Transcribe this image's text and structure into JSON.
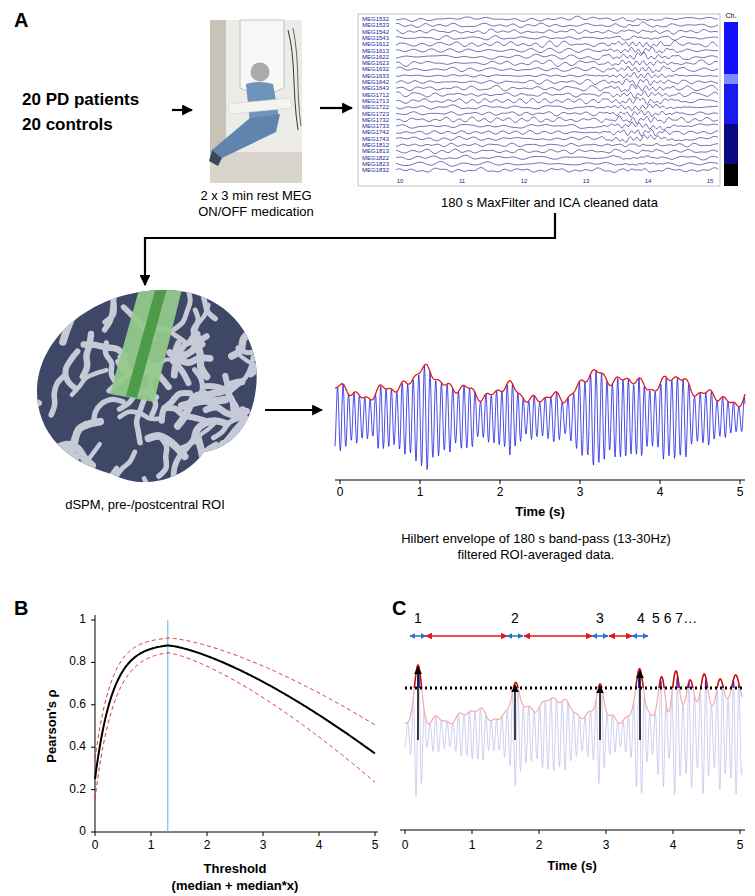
{
  "diagram": {
    "nodes": [
      {
        "text": [
          "20 PD patients",
          "20 controls"
        ]
      },
      {
        "text": [
          "2 x 3 min rest MEG ON/OFF medication"
        ]
      },
      {
        "text": [
          "180 s MaxFilter and ICA cleaned data"
        ]
      },
      {
        "text": [
          "dSPM, pre-/postcentral ROI"
        ]
      },
      {
        "text": [
          "Hilbert envelope of 180 s band-pass (13-30Hz) filtered ROI-averaged data."
        ]
      }
    ],
    "edges": [
      {
        "from": 0,
        "to": 1,
        "arrow": "to"
      },
      {
        "from": 1,
        "to": 2,
        "arrow": "to"
      },
      {
        "from": 2,
        "to": 3,
        "arrow": "to"
      },
      {
        "from": 3,
        "to": 4,
        "arrow": "to"
      }
    ],
    "labels": [
      "A",
      "B",
      "C",
      "MEG1532",
      "MEG1533",
      "MEG1542",
      "MEG1543",
      "MEG1612",
      "MEG1613",
      "MEG1622",
      "MEG1623",
      "MEG1632",
      "MEG1633",
      "MEG1642",
      "MEG1643",
      "MEG1712",
      "MEG1713",
      "MEG1722",
      "MEG1723",
      "MEG1732",
      "MEG1733",
      "MEG1742",
      "MEG1743",
      "MEG1812",
      "MEG1813",
      "MEG1822",
      "MEG1823",
      "MEG1832",
      "Ch.",
      "10",
      "11",
      "12",
      "13",
      "14",
      "15",
      "0",
      "1",
      "2",
      "3",
      "4",
      "5",
      "Time (s)",
      "0",
      "0.2",
      "0.4",
      "0.6",
      "0.8",
      "1",
      "0",
      "1",
      "2",
      "3",
      "4",
      "5",
      "Pearson's ρ",
      "Threshold",
      "(median + median*x)",
      "1",
      "2",
      "3",
      "4",
      "5 6 7…",
      "0",
      "1",
      "2",
      "3",
      "4",
      "5",
      "Time (s)"
    ]
  }
}
